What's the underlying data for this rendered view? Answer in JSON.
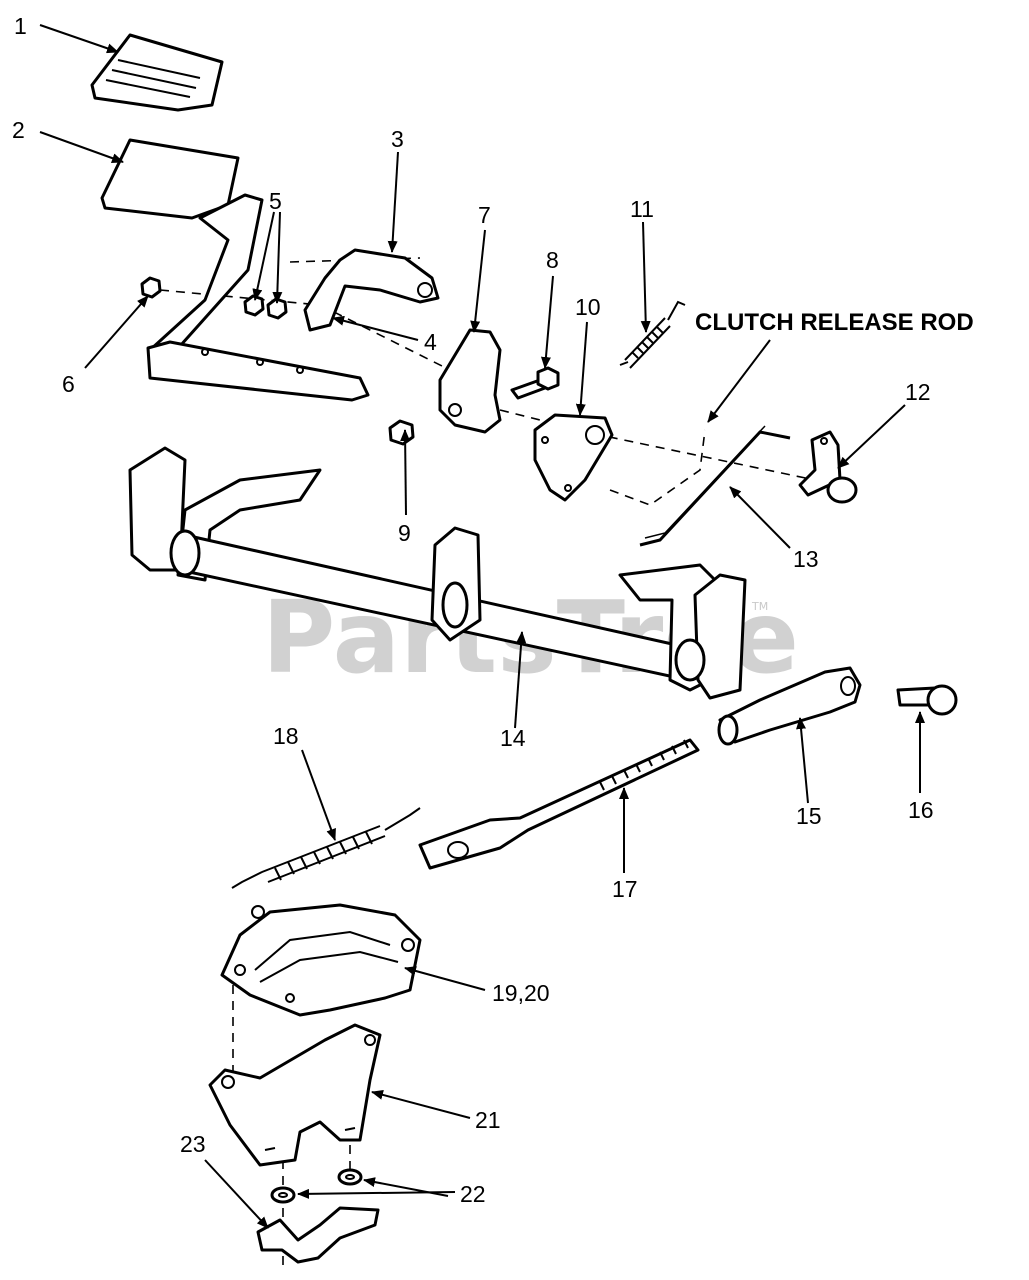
{
  "watermark": {
    "text": "PartsTree",
    "tm": "TM"
  },
  "callout": {
    "clutch_release_rod": "CLUTCH RELEASE ROD"
  },
  "labels": {
    "p1": "1",
    "p2": "2",
    "p3": "3",
    "p4": "4",
    "p5": "5",
    "p6": "6",
    "p7": "7",
    "p8": "8",
    "p9": "9",
    "p10": "10",
    "p11": "11",
    "p12": "12",
    "p13": "13",
    "p14": "14",
    "p15": "15",
    "p16": "16",
    "p17": "17",
    "p18": "18",
    "p19_20": "19,20",
    "p21": "21",
    "p22": "22",
    "p23": "23"
  }
}
